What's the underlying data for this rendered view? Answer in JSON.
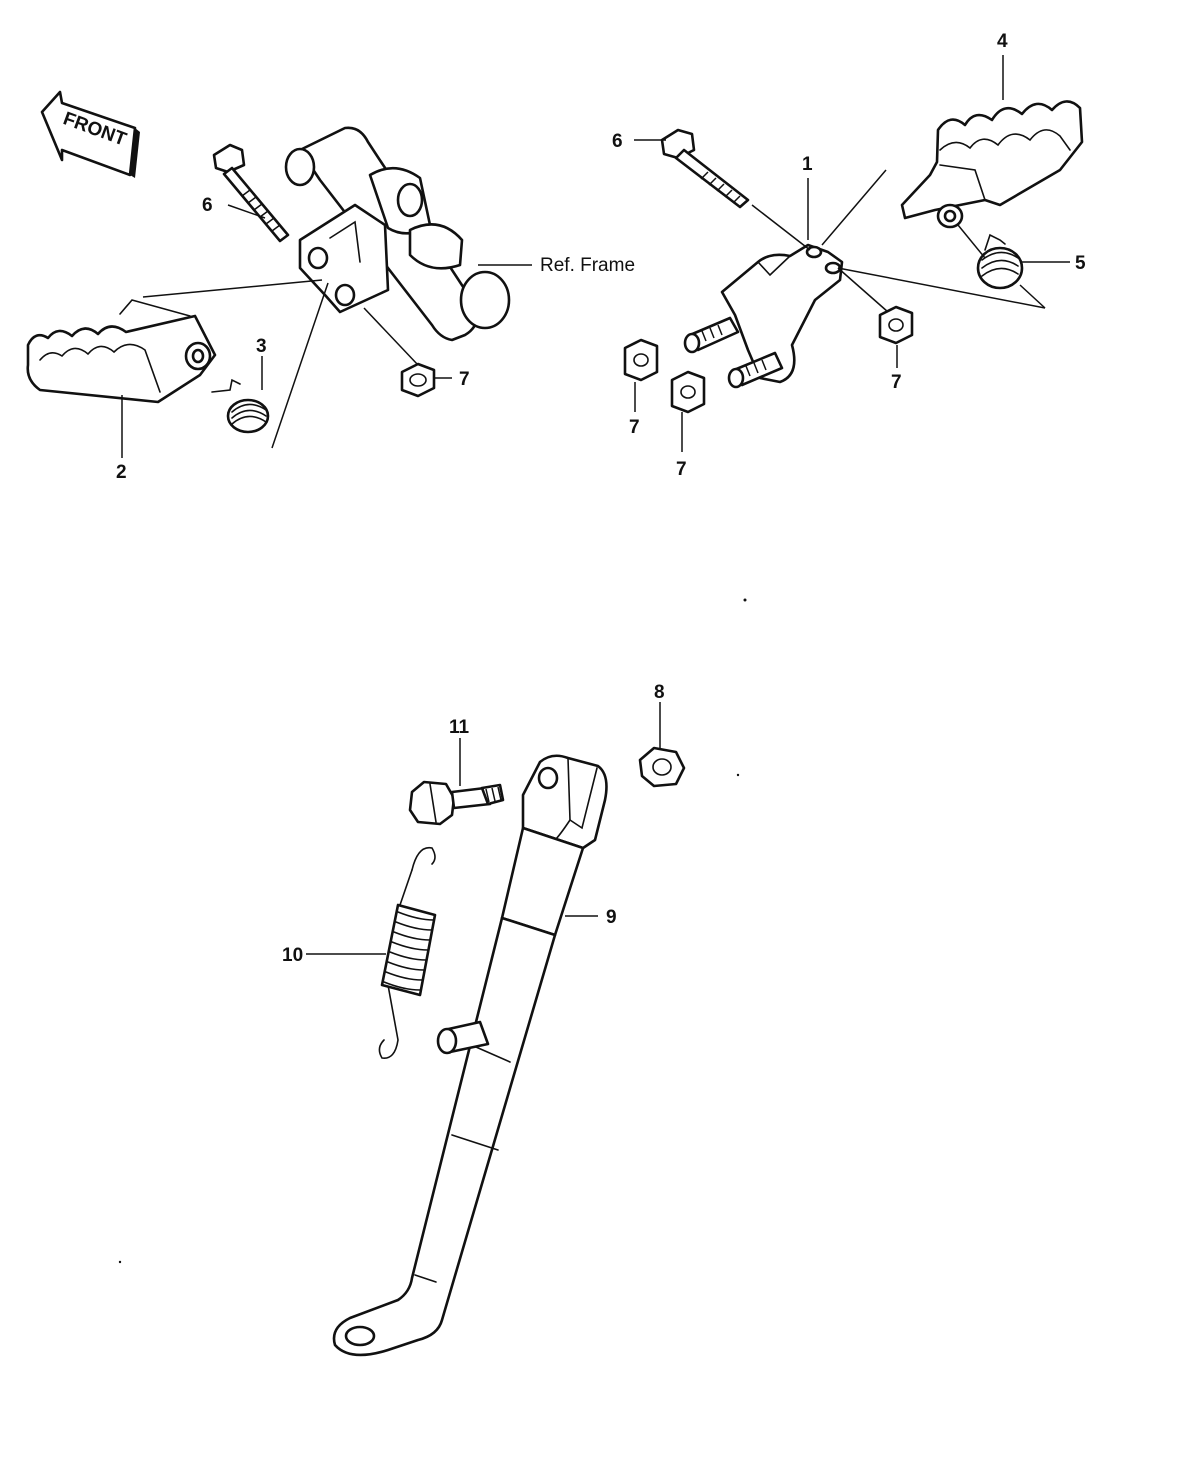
{
  "diagram": {
    "front_label": "FRONT",
    "ref_label": "Ref. Frame",
    "callouts": {
      "c1": "1",
      "c2": "2",
      "c3": "3",
      "c4": "4",
      "c5": "5",
      "c6a": "6",
      "c6b": "6",
      "c7a": "7",
      "c7b": "7",
      "c7c": "7",
      "c7d": "7",
      "c8": "8",
      "c9": "9",
      "c10": "10",
      "c11": "11"
    }
  }
}
